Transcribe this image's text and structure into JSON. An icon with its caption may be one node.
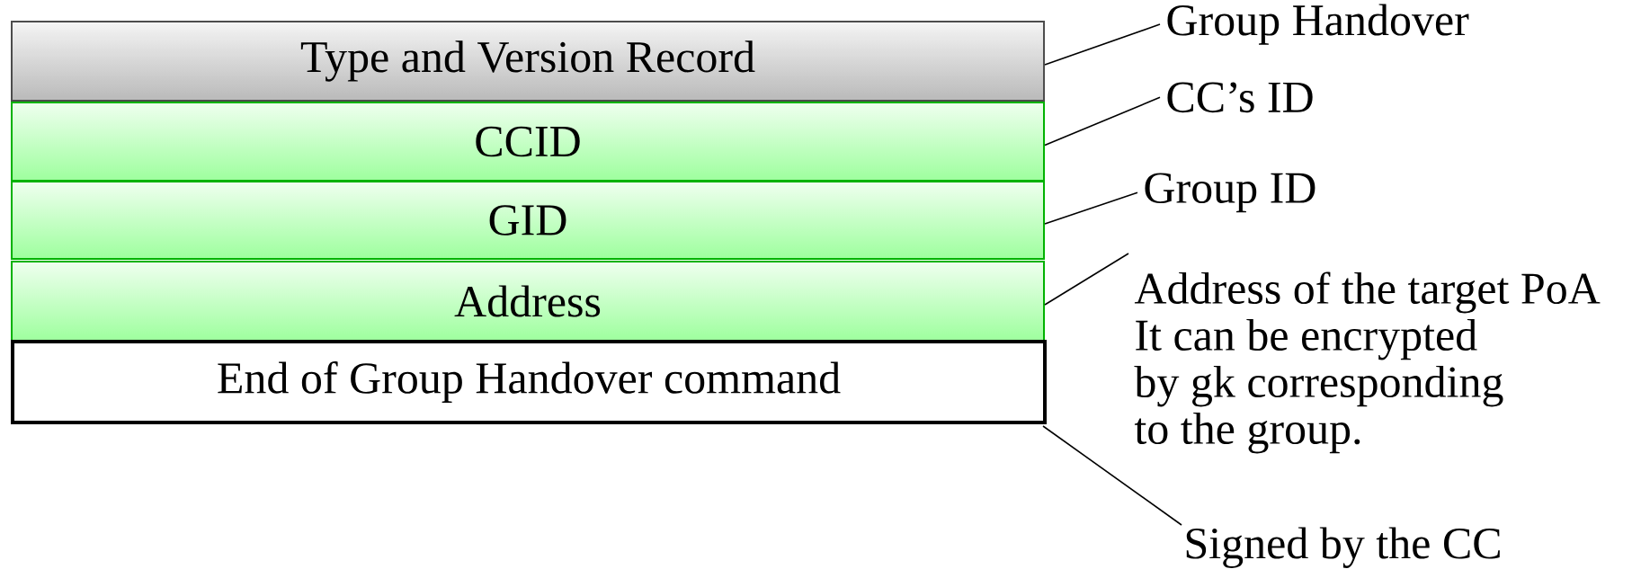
{
  "diagram": {
    "nodes": [
      {
        "text": [
          "Type and Version Record"
        ]
      },
      {
        "text": [
          "CCID"
        ]
      },
      {
        "text": [
          "GID"
        ]
      },
      {
        "text": [
          "Address"
        ]
      },
      {
        "text": [
          "End of Group Handover command"
        ]
      },
      {
        "text": [
          "Group Handover"
        ]
      },
      {
        "text": [
          "CC’s ID"
        ]
      },
      {
        "text": [
          "Group ID"
        ]
      },
      {
        "text": [
          "Address of the target PoA",
          "It can be encrypted by gk corresponding to the group."
        ]
      },
      {
        "text": [
          "Signed by the CC"
        ]
      }
    ],
    "edges": [
      {
        "from": 5,
        "to": 0,
        "arrow": "none"
      },
      {
        "from": 6,
        "to": 1,
        "arrow": "none"
      },
      {
        "from": 7,
        "to": 2,
        "arrow": "none"
      },
      {
        "from": 8,
        "to": 3,
        "arrow": "none"
      },
      {
        "from": 9,
        "to": 4,
        "arrow": "none"
      }
    ]
  }
}
